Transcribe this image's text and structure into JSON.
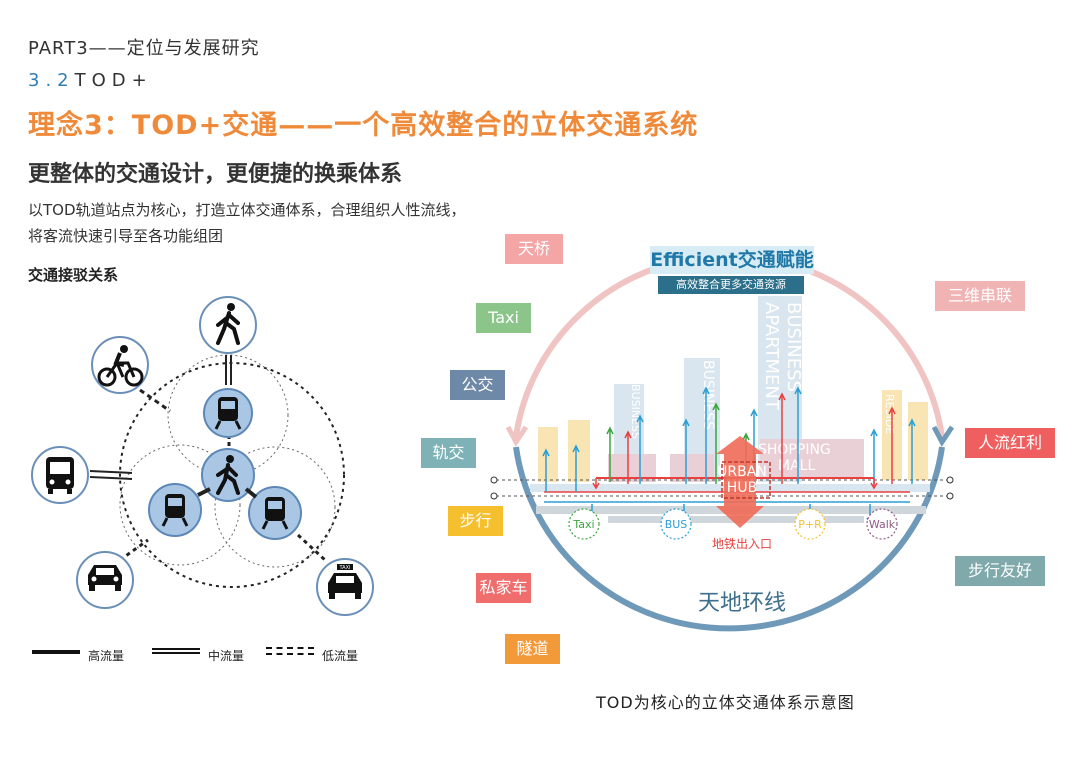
{
  "header": {
    "part": "PART3——定位与发展研究",
    "section_num": "3.2",
    "section_name": "TOD+",
    "title": "理念3：TOD+交通——一个高效整合的立体交通系统",
    "heading": "更整体的交通设计，更便捷的换乘体系",
    "description": "以TOD轨道站点为核心，打造立体交通体系，合理组织人性流线，将客流快速引导至各功能组团"
  },
  "left_diagram": {
    "label": "交通接驳关系",
    "icons": [
      "walk-icon",
      "bicycle-icon",
      "bus-icon",
      "car-icon",
      "taxi-icon",
      "metro-icon",
      "pedestrian-hub-icon"
    ],
    "taxi_sign": "TAXI",
    "legend": [
      {
        "key": "high",
        "label": "高流量"
      },
      {
        "key": "mid",
        "label": "中流量"
      },
      {
        "key": "low",
        "label": "低流量"
      }
    ]
  },
  "right_diagram": {
    "efficient_title": "Efficient交通赋能",
    "efficient_sub": "高效整合更多交通资源",
    "ring_label": "天地环线",
    "hub_line1": "URBAN",
    "hub_line2": "HUB",
    "metro_exit": "地铁出入口",
    "buildings": {
      "business1": "BUSINESS",
      "business2": "BUSINESS",
      "business_apartment_1": "BUSINESS",
      "business_apartment_2": "APARTMENT",
      "shopping1": "SHOPPING",
      "shopping2": "MALL",
      "residence": "RESIDE"
    },
    "stops": [
      "Taxi",
      "BUS",
      "P+R",
      "Walk"
    ],
    "left_tags": [
      {
        "label": "天桥",
        "color": "#f4a5a5"
      },
      {
        "label": "Taxi",
        "color": "#8bc58a"
      },
      {
        "label": "公交",
        "color": "#6e88a8"
      },
      {
        "label": "轨交",
        "color": "#7fb2b6"
      },
      {
        "label": "步行",
        "color": "#f6bf2e"
      },
      {
        "label": "私家车",
        "color": "#ef6d6d"
      },
      {
        "label": "隧道",
        "color": "#f29a3a"
      }
    ],
    "right_tags": [
      {
        "label": "三维串联",
        "color": "#f1b4b4"
      },
      {
        "label": "人流红利",
        "color": "#ef5f5f"
      },
      {
        "label": "步行友好",
        "color": "#7fa9ab"
      }
    ],
    "colors": {
      "ring_top": "#f1c4c4",
      "ring_bottom": "#6f99b8",
      "hub": "#ef6a57",
      "arrow_blue": "#2b9fd4",
      "arrow_red": "#e94040",
      "arrow_green": "#3aa640"
    }
  },
  "caption": "TOD为核心的立体交通体系示意图"
}
